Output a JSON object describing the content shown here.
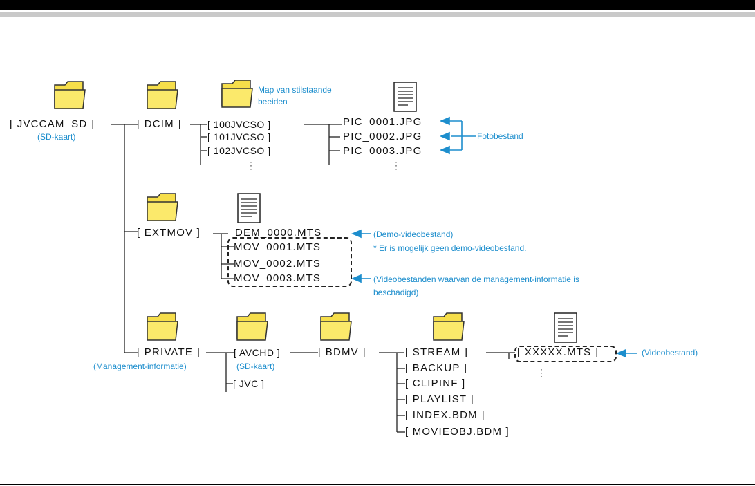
{
  "labels": {
    "jvccam_sd": "[ JVCCAM_SD ]",
    "sd_kaart_1": "(SD-kaart)",
    "dcim": "[ DCIM ]",
    "map_stil_1": "Map van stilstaande",
    "map_stil_2": "beeiden",
    "f100": "[ 100JVCSO ]",
    "f101": "[ 101JVCSO ]",
    "f102": "[ 102JVCSO ]",
    "pic1": "PIC_0001.JPG",
    "pic2": "PIC_0002.JPG",
    "pic3": "PIC_0003.JPG",
    "fotobestand": "Fotobestand",
    "extmov": "[ EXTMOV ]",
    "dem": "DEM_0000.MTS",
    "mov1": "MOV_0001.MTS",
    "mov2": "MOV_0002.MTS",
    "mov3": "MOV_0003.MTS",
    "demo_video": "(Demo-videobestand)",
    "demo_note": "* Er is mogelijk geen demo-videobestand.",
    "beschadigd_1": "(Videobestanden waarvan de management-informatie is",
    "beschadigd_2": "beschadigd)",
    "private": "[ PRIVATE ]",
    "management": "(Management-informatie)",
    "avchd": "[ AVCHD ]",
    "sd_kaart_2": "(SD-kaart)",
    "jvc": "[ JVC ]",
    "bdmv": "[ BDMV ]",
    "stream": "[ STREAM ]",
    "backup": "[ BACKUP ]",
    "clipinf": "[ CLIPINF ]",
    "playlist": "[ PLAYLIST ]",
    "index_bdm": "[ INDEX.BDM ]",
    "movieobj_bdm": "[ MOVIEOBJ.BDM ]",
    "xxxxx": "[ XXXXX.MTS ]",
    "videobestand": "(Videobestand)"
  },
  "colors": {
    "folder_fill": "#f6de4a",
    "folder_stroke": "#333333",
    "accent_blue": "#1d8ecd",
    "line": "#222222"
  }
}
